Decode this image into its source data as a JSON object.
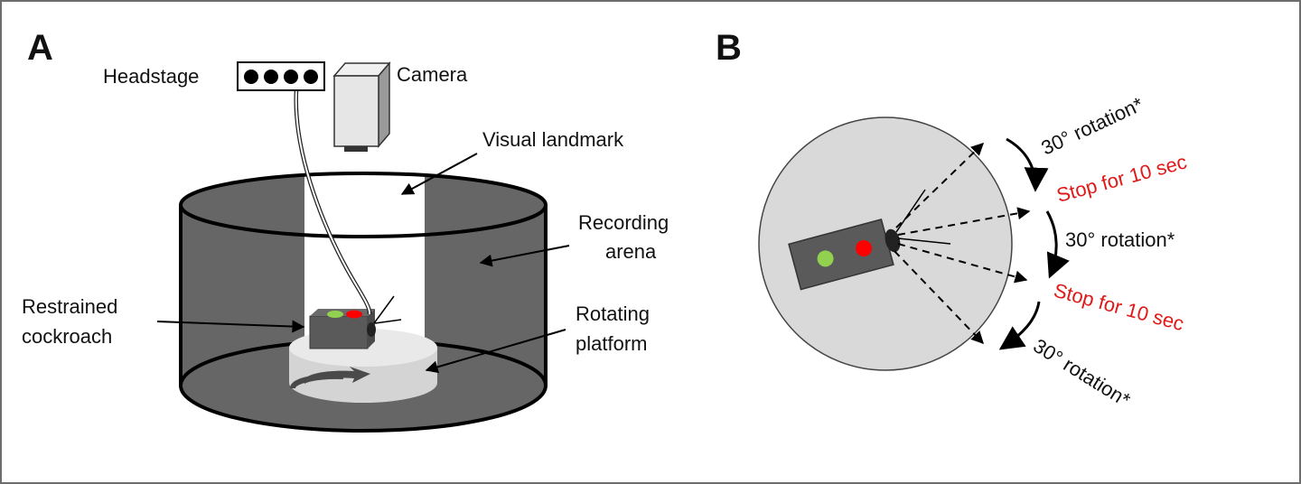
{
  "panel_a": {
    "letter": "A",
    "headstage": "Headstage",
    "camera": "Camera",
    "visual_landmark": "Visual landmark",
    "recording_arena_line1": "Recording",
    "recording_arena_line2": "arena",
    "restrained_line1": "Restrained",
    "restrained_line2": "cockroach",
    "rotating_line1": "Rotating",
    "rotating_line2": "platform"
  },
  "panel_b": {
    "letter": "B",
    "rotation_1": "30° rotation*",
    "stop_1": "Stop for 10 sec",
    "rotation_2": "30° rotation*",
    "stop_2": "Stop for 10 sec",
    "rotation_3": "30° rotation*"
  },
  "colors": {
    "arena_gray": "#666666",
    "landmark_white": "#ffffff",
    "platform_gray": "#d4d4d4",
    "disc_gray": "#d9d9d9",
    "body_gray": "#5a5a5a",
    "led_green": "#92d050",
    "led_red": "#ff0000",
    "stop_red": "#e01818"
  }
}
